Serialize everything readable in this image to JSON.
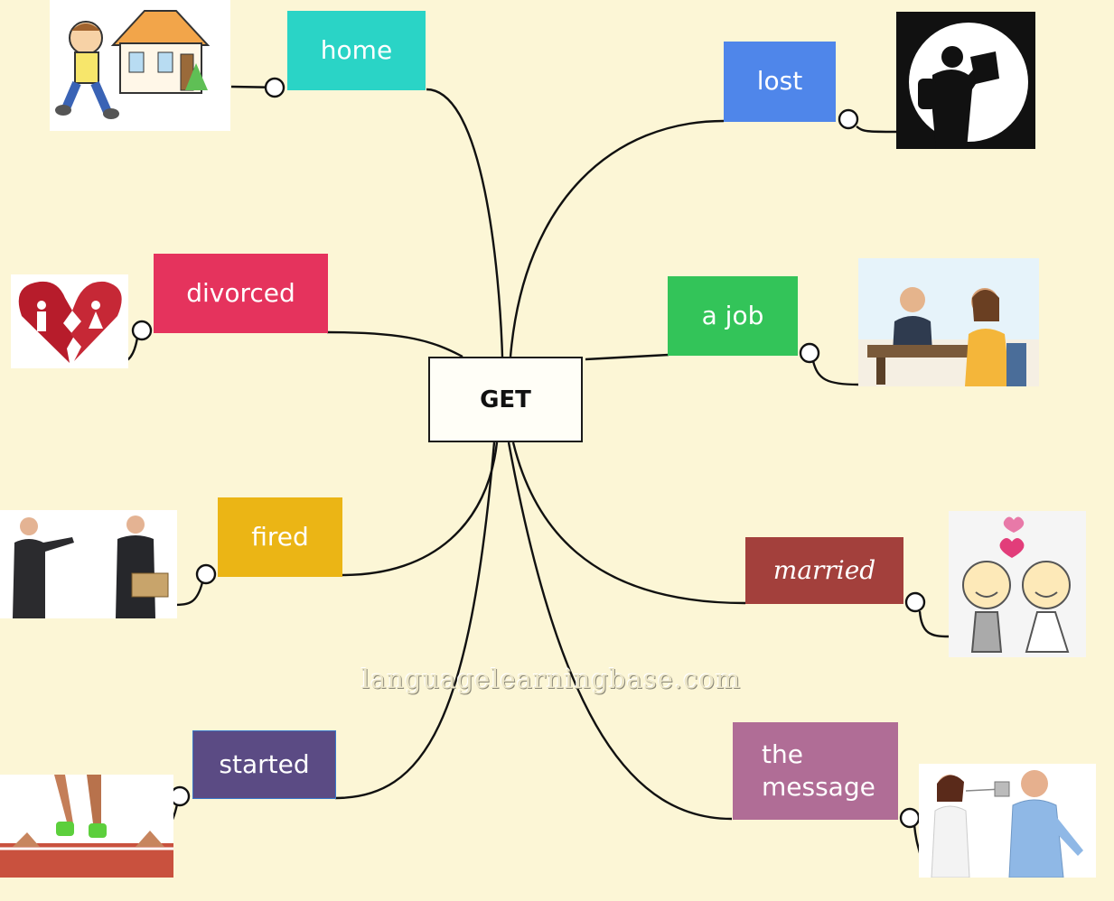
{
  "center": {
    "label": "GET"
  },
  "nodes": [
    {
      "id": "home",
      "label": "home",
      "color": "#2ad4c6",
      "picture_icon": "boy-running-home-icon"
    },
    {
      "id": "lost",
      "label": "lost",
      "color": "#4f86ea",
      "picture_icon": "silhouette-reading-map-icon"
    },
    {
      "id": "divorced",
      "label": "divorced",
      "color": "#e5335d",
      "picture_icon": "broken-heart-couple-icon"
    },
    {
      "id": "a-job",
      "label": "a job",
      "color": "#33c459",
      "picture_icon": "job-interview-icon"
    },
    {
      "id": "fired",
      "label": "fired",
      "color": "#ebb515",
      "picture_icon": "boss-firing-employee-icon"
    },
    {
      "id": "married",
      "label": "married",
      "color": "#a3403c",
      "picture_icon": "bride-and-groom-icon"
    },
    {
      "id": "started",
      "label": "started",
      "color": "#5b4b84",
      "picture_icon": "runner-starting-blocks-icon"
    },
    {
      "id": "message",
      "label": "the\nmessage",
      "color": "#b06d96",
      "picture_icon": "tin-can-telephone-icon"
    }
  ],
  "watermark": "languagelearningbase.com"
}
